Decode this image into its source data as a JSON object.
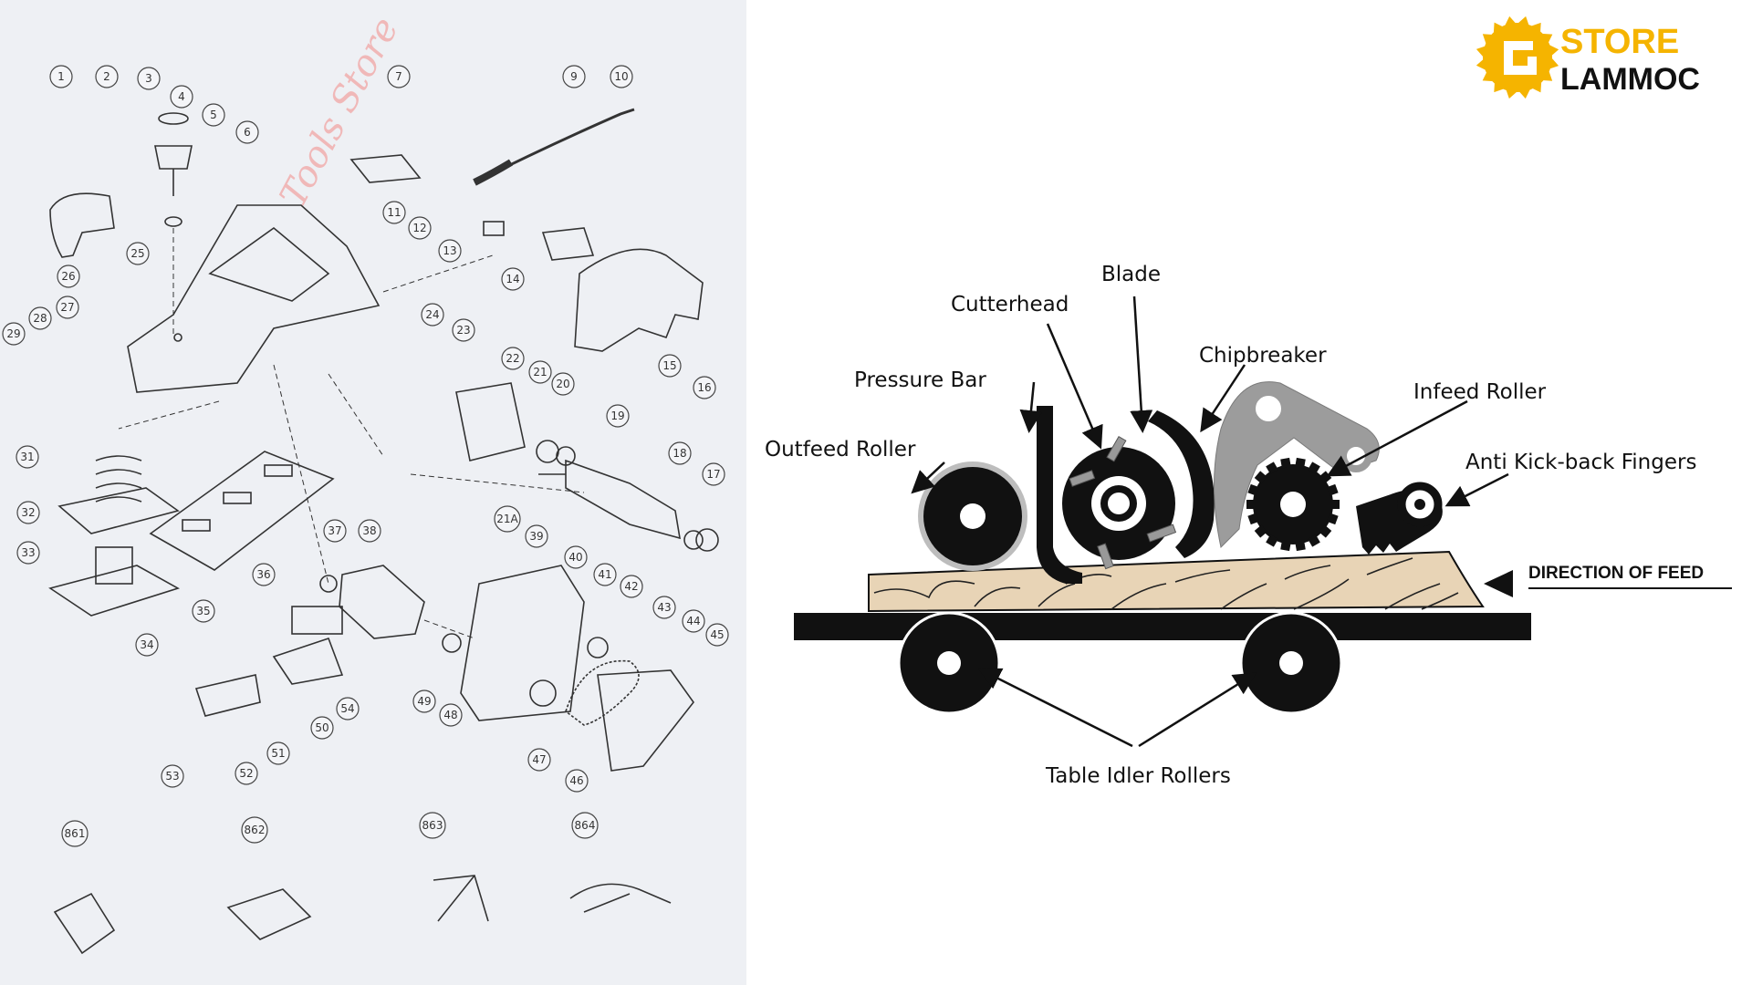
{
  "exploded_view": {
    "watermark": "Tools Store",
    "callouts": [
      "1",
      "2",
      "3",
      "4",
      "5",
      "6",
      "7",
      "9",
      "10",
      "11",
      "12",
      "13",
      "14",
      "15",
      "16",
      "17",
      "18",
      "19",
      "20",
      "21",
      "21A",
      "22",
      "23",
      "24",
      "25",
      "26",
      "27",
      "28",
      "29",
      "31",
      "32",
      "33",
      "34",
      "35",
      "36",
      "37",
      "38",
      "39",
      "40",
      "41",
      "42",
      "43",
      "44",
      "45",
      "46",
      "47",
      "48",
      "49",
      "50",
      "51",
      "52",
      "53",
      "54",
      "861",
      "862",
      "863",
      "864"
    ]
  },
  "planer_diagram": {
    "labels": {
      "blade": "Blade",
      "cutterhead": "Cutterhead",
      "chipbreaker": "Chipbreaker",
      "pressure_bar": "Pressure Bar",
      "infeed_roller": "Infeed Roller",
      "outfeed_roller": "Outfeed Roller",
      "anti_kickback": "Anti Kick-back Fingers",
      "direction_of_feed": "DIRECTION OF FEED",
      "table_idler_rollers": "Table Idler Rollers"
    }
  },
  "logo": {
    "line1": "STORE",
    "line2": "LAMMOC",
    "accent_color": "#f5b400",
    "dark_color": "#111111"
  }
}
